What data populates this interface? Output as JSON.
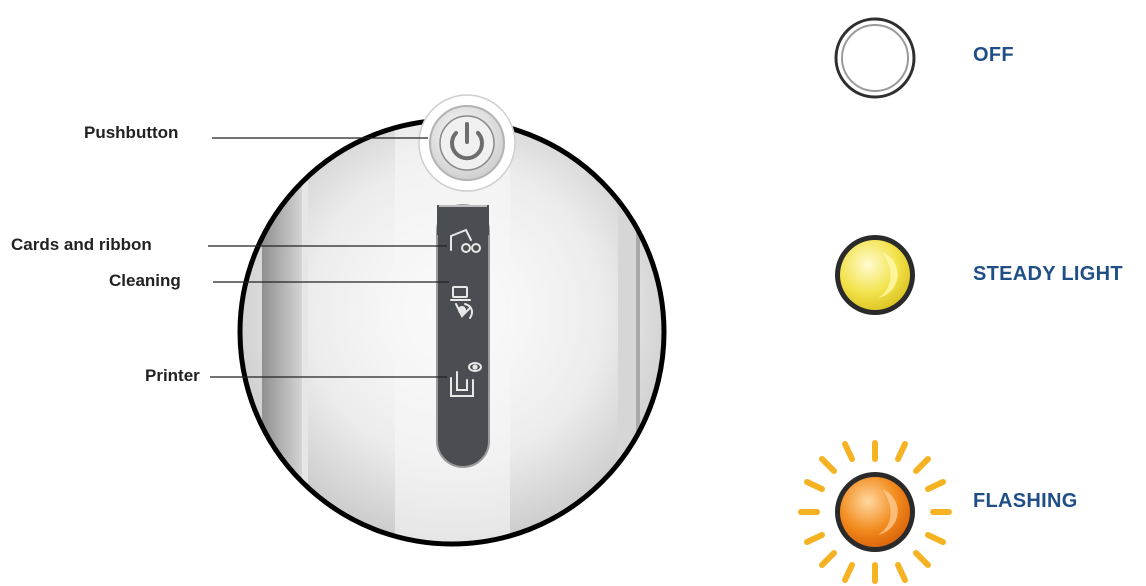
{
  "callouts": {
    "pushbutton": "Pushbutton",
    "cards_and_ribbon": "Cards and ribbon",
    "cleaning": "Cleaning",
    "printer": "Printer"
  },
  "states": {
    "off": "OFF",
    "steady": "STEADY LIGHT",
    "flashing": "FLASHING"
  },
  "colors": {
    "label_text": "#222222",
    "status_text": "#1f4f86",
    "steady_light": "#f2e24a",
    "flashing_light": "#f28a1c",
    "rays": "#f5b324",
    "panel_strip": "#4a4d52"
  },
  "icons": {
    "pushbutton": "power-icon",
    "cards_and_ribbon": "cards-ribbon-icon",
    "cleaning": "cleaning-icon",
    "printer": "printer-icon"
  }
}
